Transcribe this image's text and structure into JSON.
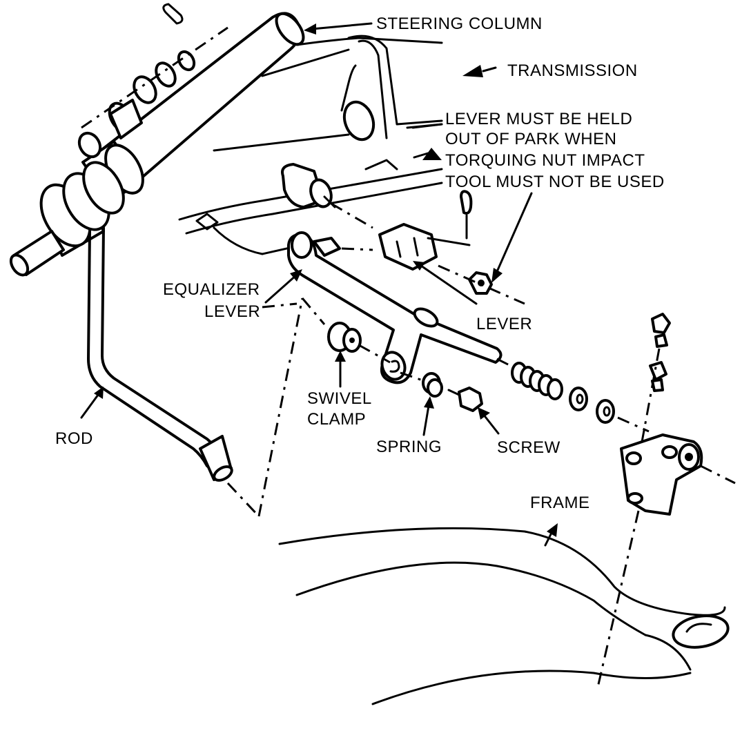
{
  "labels": {
    "steering_column": "STEERING COLUMN",
    "transmission": "TRANSMISSION",
    "note_line1": "LEVER MUST BE HELD",
    "note_line2": "OUT OF PARK WHEN",
    "note_line3": "TORQUING NUT  IMPACT",
    "note_line4": "TOOL MUST NOT BE USED",
    "equalizer_line1": "EQUALIZER",
    "equalizer_line2": "LEVER",
    "lever": "LEVER",
    "swivel_line1": "SWIVEL",
    "swivel_line2": "CLAMP",
    "spring": "SPRING",
    "screw": "SCREW",
    "rod": "ROD",
    "frame": "FRAME"
  },
  "colors": {
    "ink": "#000000",
    "paper": "#ffffff"
  }
}
